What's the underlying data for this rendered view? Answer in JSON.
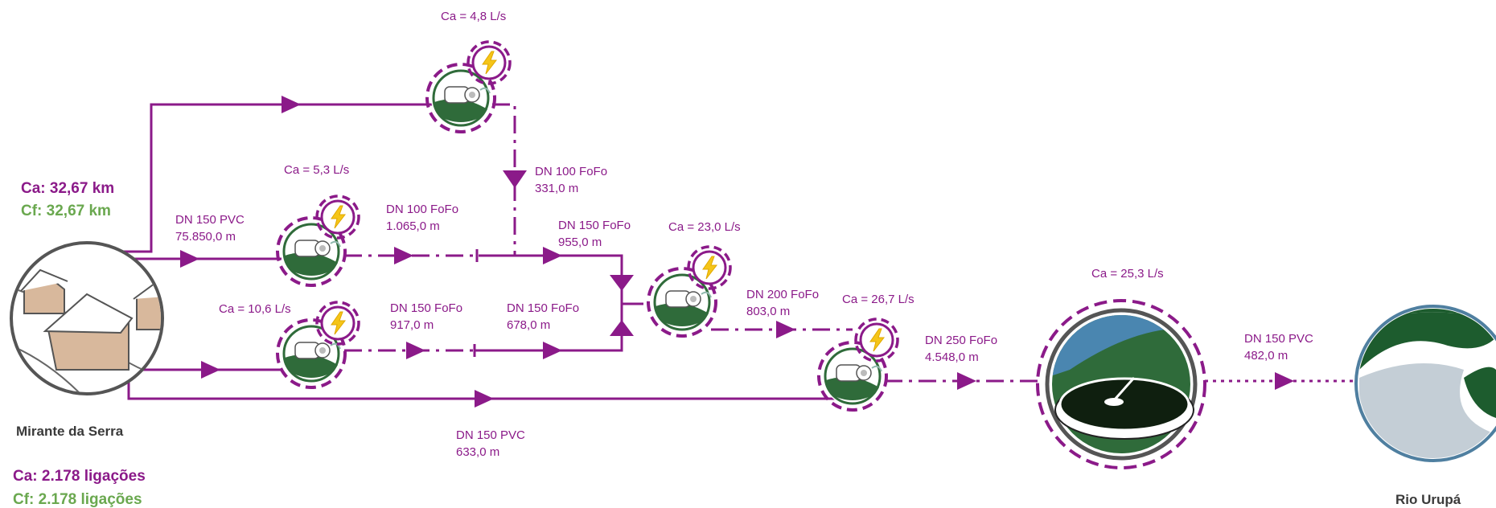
{
  "colors": {
    "main": "#8B1A89",
    "cf_green": "#6aa84f",
    "pump_green": "#2f6b3a",
    "bolt": "#f5c518"
  },
  "city": {
    "name": "Mirante da Serra",
    "ca_km": "Ca: 32,67 km",
    "cf_km": "Cf: 32,67 km",
    "ca_lig": "Ca: 2.178 ligações",
    "cf_lig": "Cf: 2.178 ligações"
  },
  "river": {
    "name": "Rio Urupá"
  },
  "flows": {
    "top": "Ca = 4,8 L/s",
    "p1": "Ca = 5,3 L/s",
    "p2": "Ca = 10,6 L/s",
    "p3": "Ca = 23,0 L/s",
    "p4": "Ca = 26,7 L/s",
    "etc": "Ca = 25,3 L/s"
  },
  "pipes": [
    {
      "dn": "DN 150 PVC",
      "len": "75.850,0 m"
    },
    {
      "dn": "DN 100 FoFo",
      "len": "1.065,0 m"
    },
    {
      "dn": "DN 100 FoFo",
      "len": "331,0 m"
    },
    {
      "dn": "DN 150 FoFo",
      "len": "955,0 m"
    },
    {
      "dn": "DN 150 FoFo",
      "len": "917,0 m"
    },
    {
      "dn": "DN 150 FoFo",
      "len": "678,0 m"
    },
    {
      "dn": "DN 200 FoFo",
      "len": "803,0 m"
    },
    {
      "dn": "DN 250 FoFo",
      "len": "4.548,0 m"
    },
    {
      "dn": "DN 150 PVC",
      "len": "633,0 m"
    },
    {
      "dn": "DN 150 PVC",
      "len": "482,0 m"
    }
  ]
}
